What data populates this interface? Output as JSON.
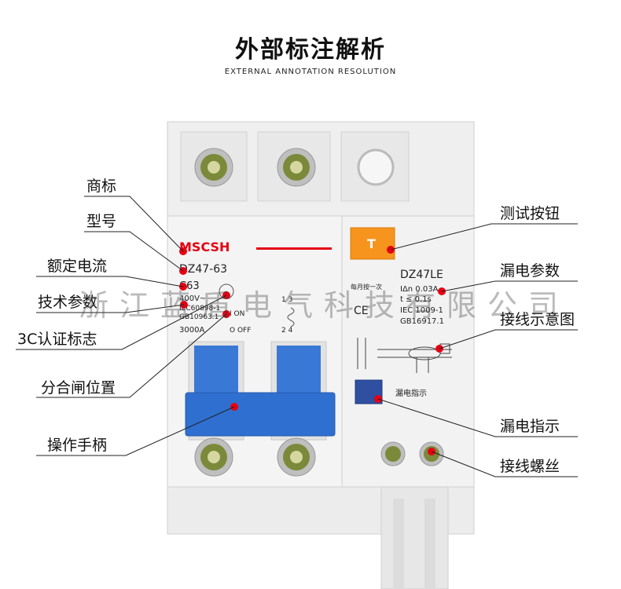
{
  "header": {
    "title": "外部标注解析",
    "subtitle": "EXTERNAL ANNOTATION RESOLUTION"
  },
  "labels_left": {
    "trademark": "商标",
    "model": "型号",
    "rated_current": "额定电流",
    "tech_params": "技术参数",
    "cert_3c": "3C认证标志",
    "switch_position": "分合闸位置",
    "handle": "操作手柄"
  },
  "labels_right": {
    "test_button": "测试按钮",
    "leakage_params": "漏电参数",
    "wiring_diagram": "接线示意图",
    "leakage_indicator": "漏电指示",
    "terminal_screw": "接线螺丝"
  },
  "device": {
    "brand": "MSCSH",
    "model": "DZ47-63",
    "rating": "C63",
    "voltage": "400V~",
    "std1": "IEC60898-1",
    "std2": "GB10963.1",
    "breaking": "3000A",
    "on_text": "I ON",
    "off_text": "O OFF",
    "test_key": "T",
    "monthly": "每月按一次",
    "le_model": "DZ47LE",
    "le_current": "IΔn 0.03A",
    "le_time": "t ≤ 0.1s",
    "le_std1": "IEC 1009-1",
    "le_std2": "GB16917.1",
    "indicator_text": "漏电指示",
    "terminals_top": "1 3",
    "terminals_bottom": "2 4",
    "ce": "CE"
  },
  "watermark": "浙江蓝盾电气科技有限公司",
  "colors": {
    "accent_red": "#e60012",
    "handle_blue": "#2f6fd0",
    "test_orange": "#f7941d",
    "body": "#eeeeee"
  }
}
